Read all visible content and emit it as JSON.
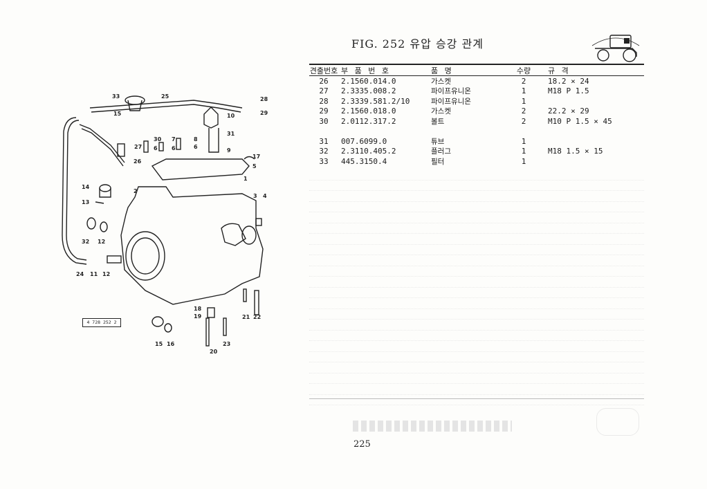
{
  "figure": {
    "title": "FIG. 252 유압 승강 관계",
    "reference_code": "4 728  252 2"
  },
  "table": {
    "headers": {
      "no": "견출번호",
      "part_number": "부 품 번 호",
      "part_name": "품    명",
      "quantity": "수량",
      "spec": "규        격"
    },
    "rows": [
      {
        "no": "26",
        "part_number": "2.1560.014.0",
        "part_name": "가스켓",
        "quantity": "2",
        "spec": "18.2 × 24"
      },
      {
        "no": "27",
        "part_number": "2.3335.008.2",
        "part_name": "파이프유니온",
        "quantity": "1",
        "spec": "M18 P 1.5"
      },
      {
        "no": "28",
        "part_number": "2.3339.581.2/10",
        "part_name": "파이프유니온",
        "quantity": "1",
        "spec": ""
      },
      {
        "no": "29",
        "part_number": "2.1560.018.0",
        "part_name": "가스켓",
        "quantity": "2",
        "spec": "22.2 × 29"
      },
      {
        "no": "30",
        "part_number": "2.0112.317.2",
        "part_name": "볼트",
        "quantity": "2",
        "spec": "M10 P 1.5 × 45"
      },
      {
        "no": "",
        "part_number": "",
        "part_name": "",
        "quantity": "",
        "spec": ""
      },
      {
        "no": "31",
        "part_number": "007.6099.0",
        "part_name": "튜브",
        "quantity": "1",
        "spec": ""
      },
      {
        "no": "32",
        "part_number": "2.3110.405.2",
        "part_name": "플러그",
        "quantity": "1",
        "spec": "M18 1.5 × 15"
      },
      {
        "no": "33",
        "part_number": "445.3150.4",
        "part_name": "필터",
        "quantity": "1",
        "spec": ""
      }
    ]
  },
  "callouts": [
    "33",
    "25",
    "28",
    "15",
    "29",
    "10",
    "31",
    "27",
    "30",
    "6",
    "7",
    "8",
    "26",
    "9",
    "17",
    "5",
    "14",
    "2",
    "1",
    "13",
    "3",
    "4",
    "32",
    "12",
    "24",
    "11",
    "18",
    "19",
    "21",
    "22",
    "15",
    "16",
    "23",
    "20"
  ],
  "page_number": "225"
}
